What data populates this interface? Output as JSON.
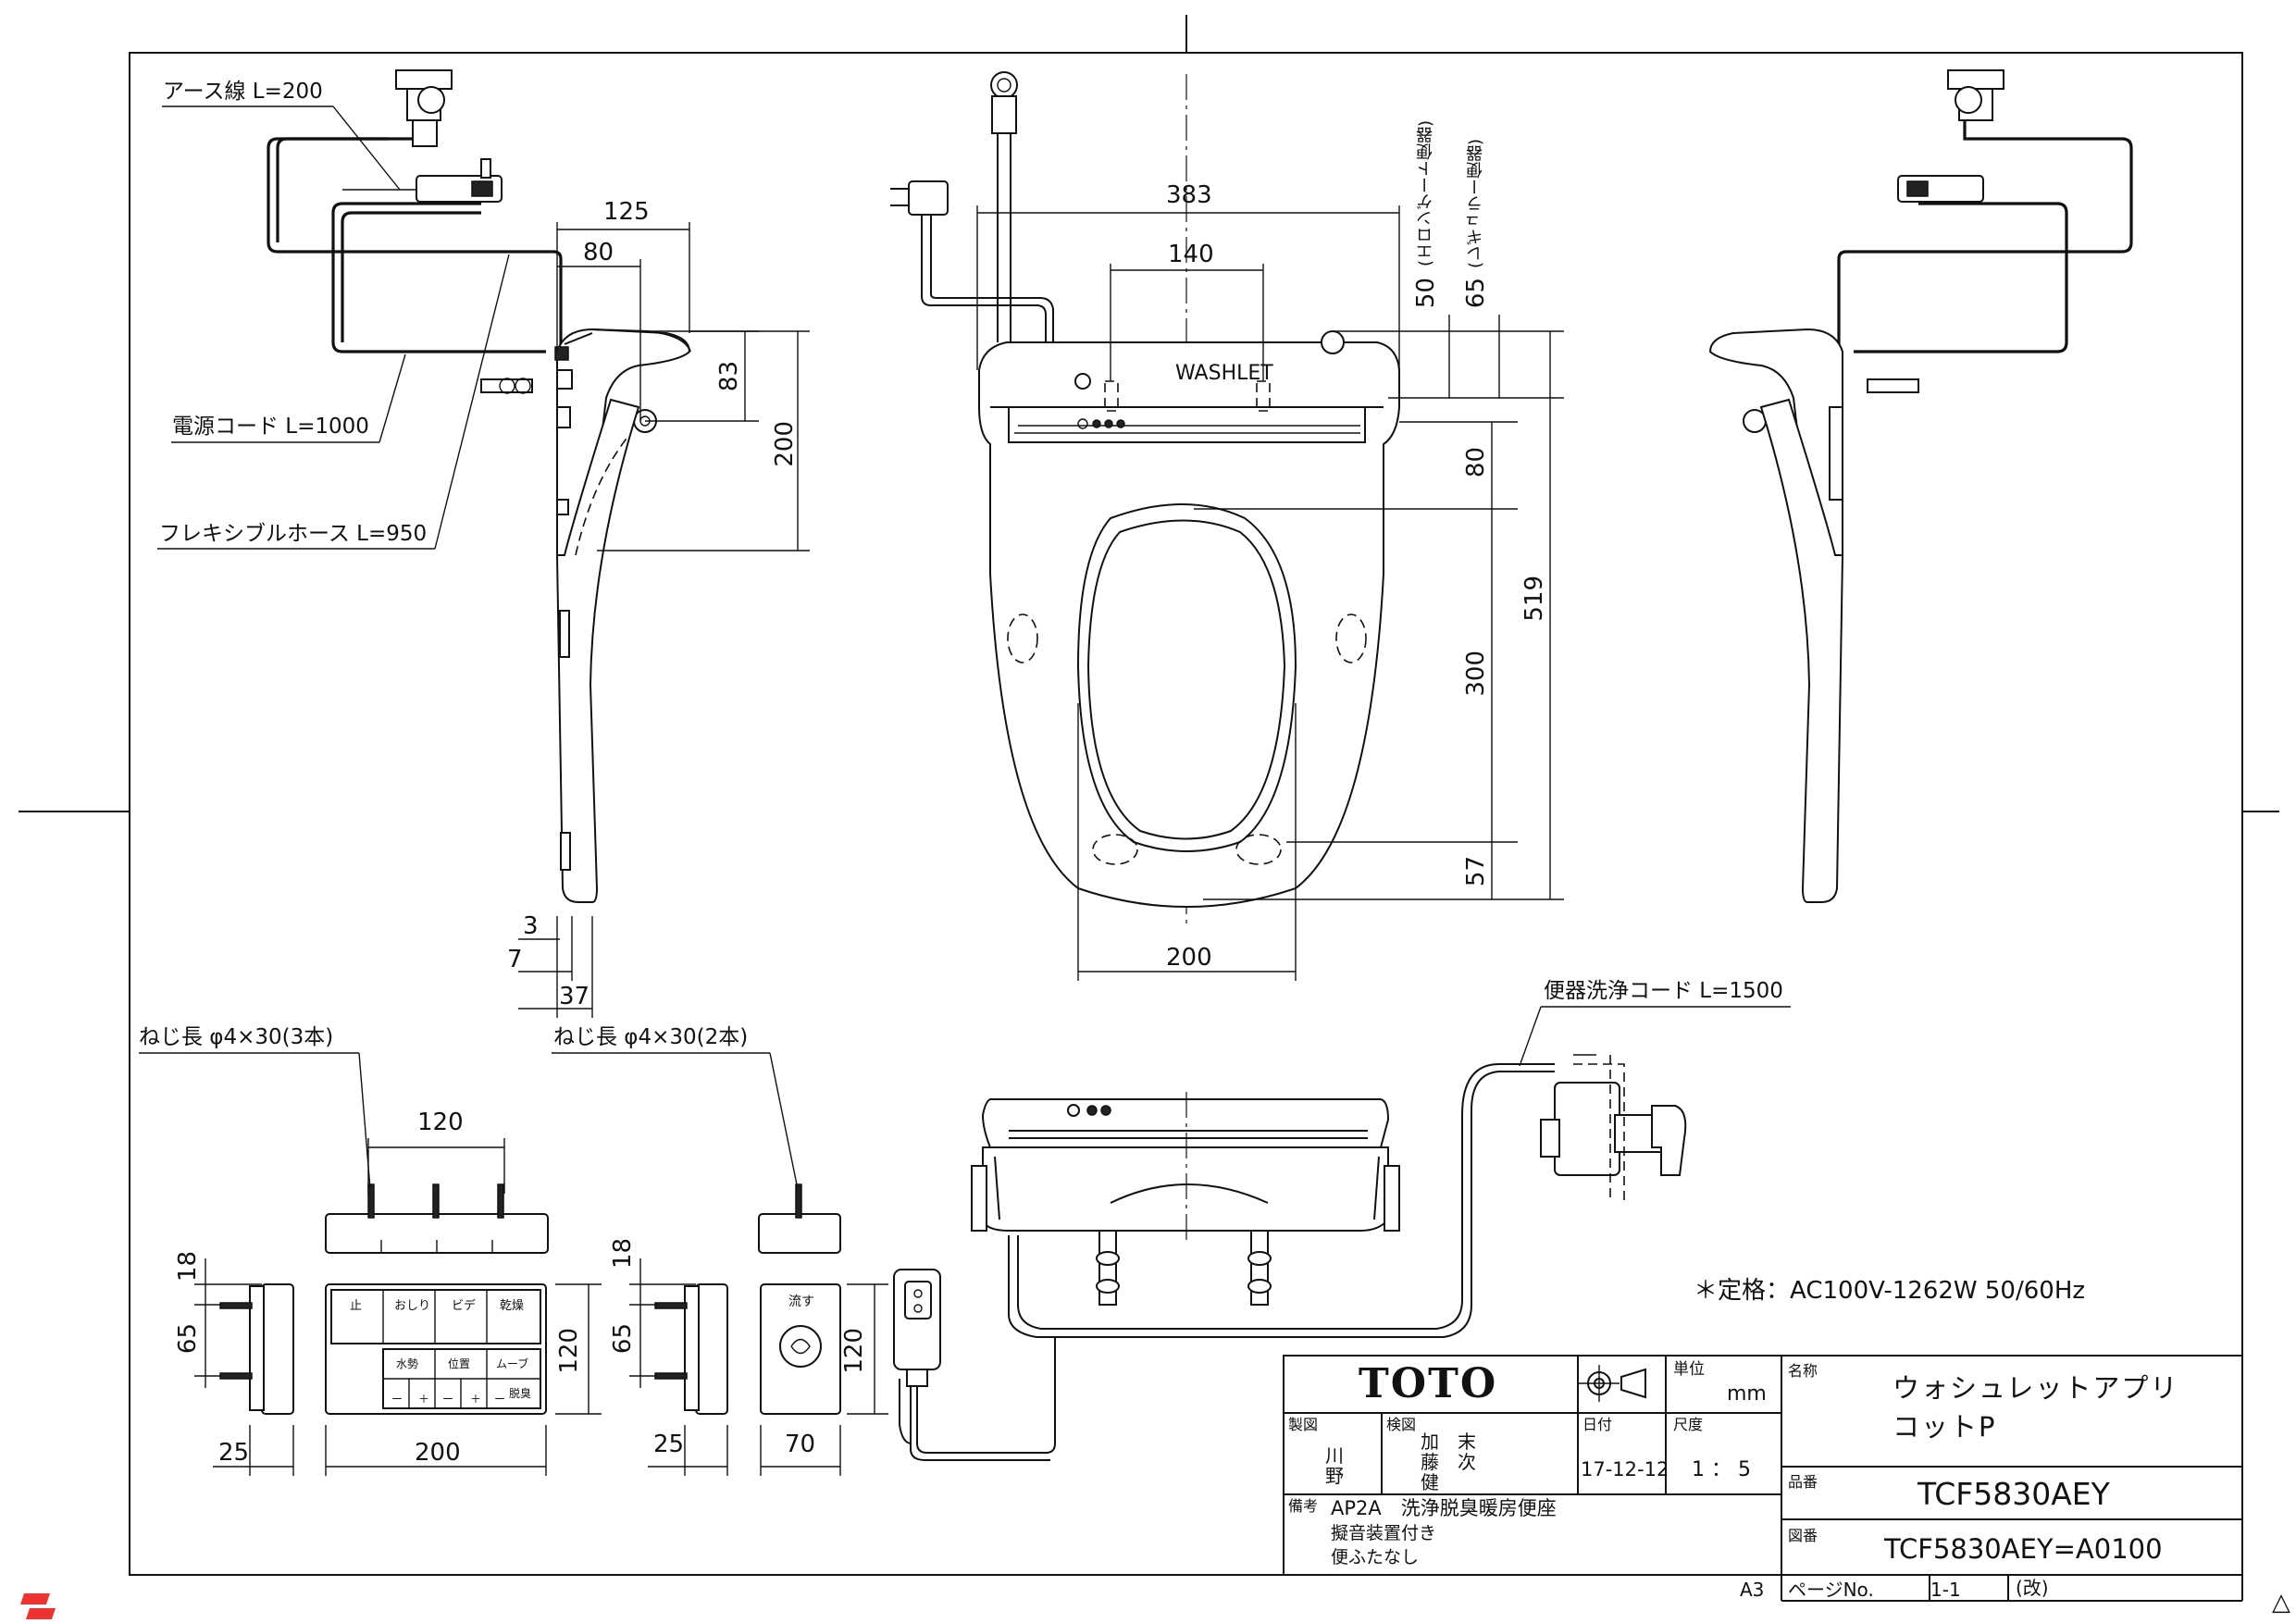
{
  "callouts": {
    "earth_wire": "アース線 L=200",
    "power_cord": "電源コード L=1000",
    "flexible_hose": "フレキシブルホース L=950",
    "screw_left": "ねじ長 φ4×30(3本)",
    "screw_right": "ねじ長 φ4×30(2本)",
    "flush_cord": "便器洗浄コード L=1500",
    "rating": "＊定格：AC100V-1262W 50/60Hz"
  },
  "dimensions": {
    "side_125": "125",
    "side_80": "80",
    "side_83": "83",
    "side_200": "200",
    "side_3": "3",
    "side_7": "7",
    "side_37": "37",
    "top_383": "383",
    "top_140": "140",
    "top_50": "50",
    "top_50_note": "(エロンゲート便器)",
    "top_65": "65",
    "top_65_note": "(レギュラー便器)",
    "top_80": "80",
    "top_519": "519",
    "top_300": "300",
    "top_57": "57",
    "top_200": "200",
    "rem_120": "120",
    "rem_18": "18",
    "rem_65": "65",
    "rem_25": "25",
    "rem_200": "200",
    "rem_120_h": "120",
    "rem2_18": "18",
    "rem2_65": "65",
    "rem2_25": "25",
    "rem2_70": "70",
    "rem2_120_h": "120"
  },
  "remote_buttons": [
    "止",
    "おしり",
    "ビデ",
    "乾燥",
    "水勢",
    "位置",
    "ムーブ",
    "脱臭"
  ],
  "remote_small": [
    "ー",
    "＋",
    "ー",
    "＋",
    "ー"
  ],
  "flush_remote": {
    "label": "流す"
  },
  "title_block": {
    "brand": "TOTO",
    "unit_label": "単位",
    "unit": "mm",
    "drawn_label": "製図",
    "drawn_by": "川\n野",
    "checked_label": "検図",
    "checked_by_1": "加　末",
    "checked_by_2": "藤　次",
    "checked_by_3": "健",
    "date_label": "日付",
    "date": "17-12-12",
    "scale_label": "尺度",
    "scale": "1 ： 5",
    "name_label": "名称",
    "name_line1": "ウォシュレットアプリ",
    "name_line2": "コットP",
    "part_label": "品番",
    "part_no": "TCF5830AEY",
    "drawing_label": "図番",
    "drawing_no": "TCF5830AEY=A0100",
    "remarks_label": "備考",
    "remarks_1": "AP2A　洗浄脱臭暖房便座",
    "remarks_2": "擬音装置付き",
    "remarks_3": "便ふたなし",
    "sheet_size": "A3",
    "page_label": "ページNo.",
    "page": "1-1",
    "revision": "(改)"
  }
}
